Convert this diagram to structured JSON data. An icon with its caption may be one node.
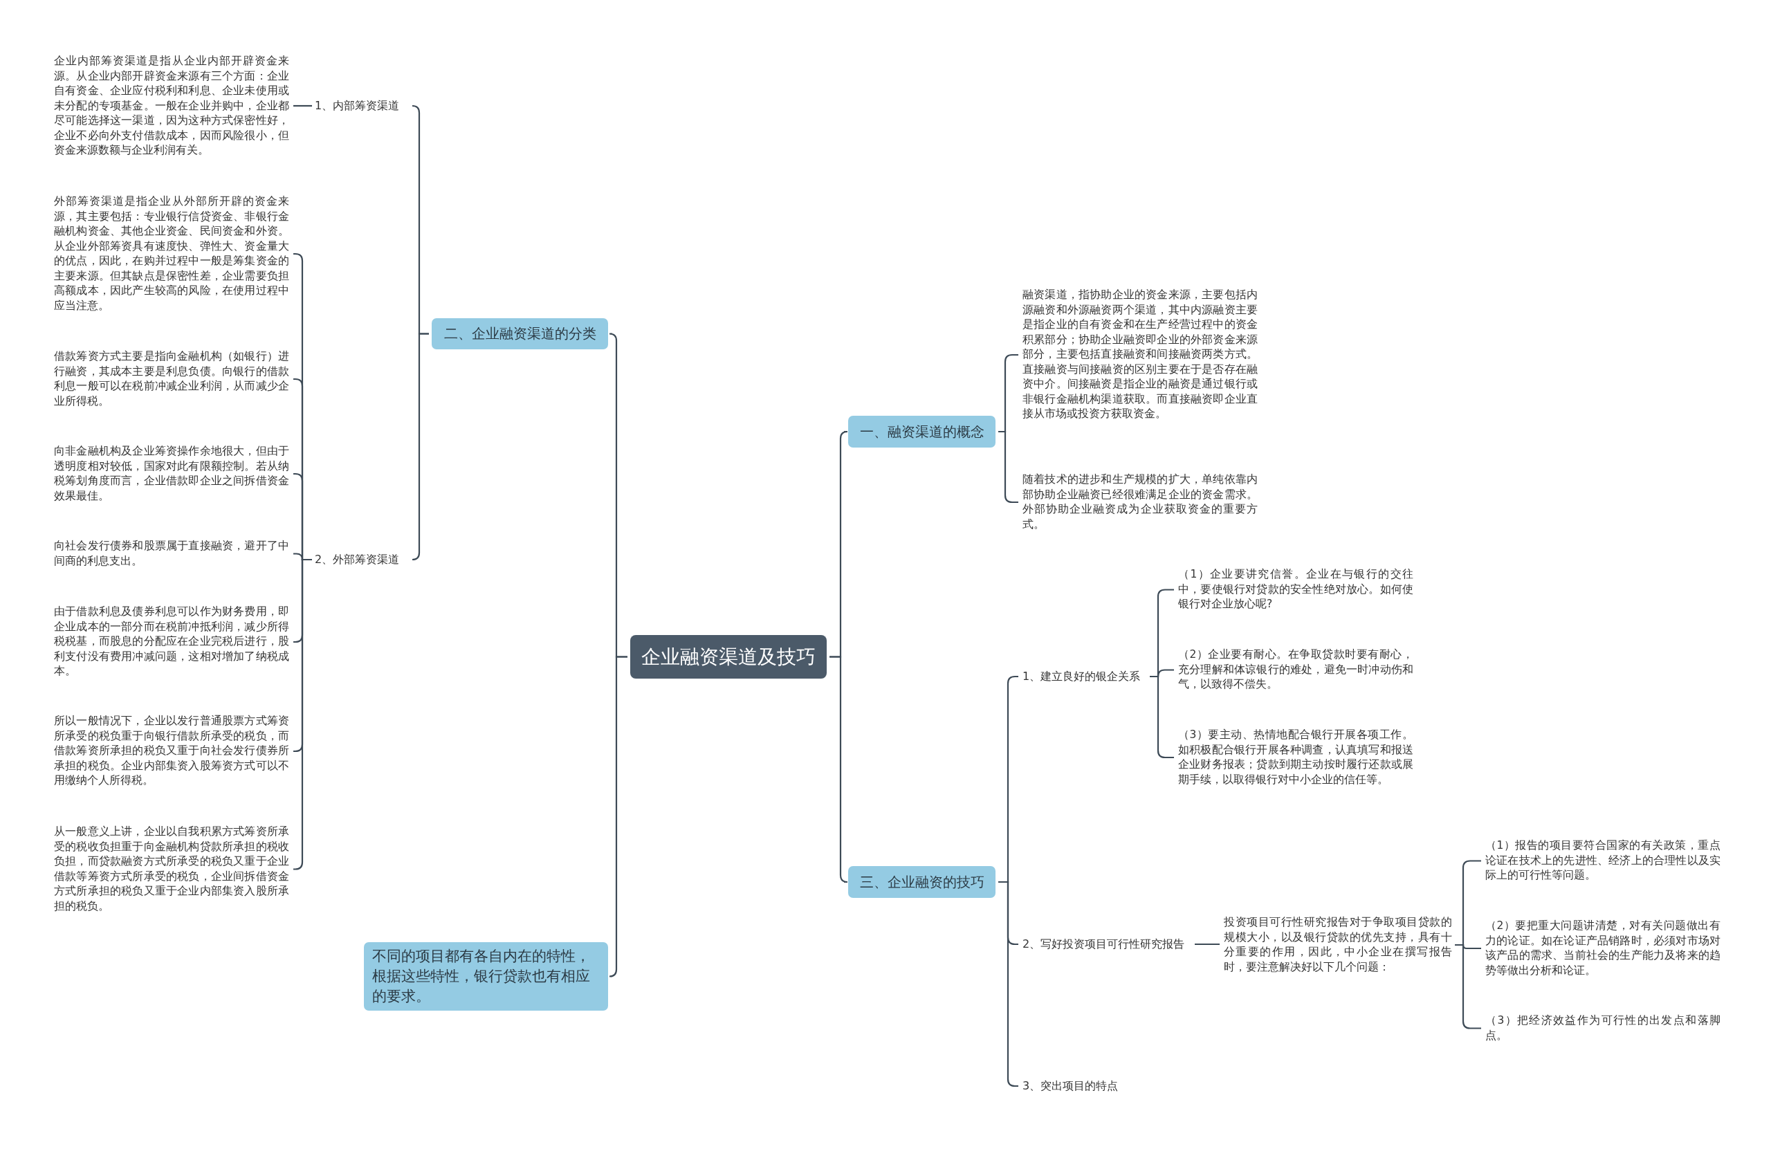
{
  "diagram": {
    "nodes": [
      {
        "text": [
          "企业融资渠道及技巧"
        ]
      },
      {
        "text": [
          "二、企业融资渠道的分类"
        ]
      },
      {
        "text": [
          "1、内部筹资渠道"
        ]
      },
      {
        "text": [
          "企业内部筹资渠道是指从企业内部开辟资金来源。从企业内部开辟资金来源有三个方面：企业自有资金、企业应付税利和利息、企业未使用或未分配的专项基金。一般在企业并购中，企业都尽可能选择这一渠道，因为这种方式保密性好，企业不必向外支付借款成本，因而风险很小，但资金来源数额与企业利润有关。"
        ]
      },
      {
        "text": [
          "2、外部筹资渠道"
        ]
      },
      {
        "text": [
          "外部筹资渠道是指企业从外部所开辟的资金来源，其主要包括：专业银行信贷资金、非银行金融机构资金、其他企业资金、民间资金和外资。从企业外部筹资具有速度快、弹性大、资金量大的优点，因此，在购并过程中一般是筹集资金的主要来源。但其缺点是保密性差，企业需要负担高额成本，因此产生较高的风险，在使用过程中应当注意。"
        ]
      },
      {
        "text": [
          "借款筹资方式主要是指向金融机构（如银行）进行融资，其成本主要是利息负债。向银行的借款利息一般可以在税前冲减企业利润，从而减少企业所得税。"
        ]
      },
      {
        "text": [
          "向非金融机构及企业筹资操作余地很大，但由于透明度相对较低，国家对此有限额控制。若从纳税筹划角度而言，企业借款即企业之间拆借资金效果最佳。"
        ]
      },
      {
        "text": [
          "向社会发行债券和股票属于直接融资，避开了中间商的利息支出。"
        ]
      },
      {
        "text": [
          "由于借款利息及债券利息可以作为财务费用，即企业成本的一部分而在税前冲抵利润，减少所得税税基，而股息的分配应在企业完税后进行，股利支付没有费用冲减问题，这相对增加了纳税成本。"
        ]
      },
      {
        "text": [
          "所以一般情况下，企业以发行普通股票方式筹资所承受的税负重于向银行借款所承受的税负，而借款筹资所承担的税负又重于向社会发行债券所承担的税负。企业内部集资入股筹资方式可以不用缴纳个人所得税。"
        ]
      },
      {
        "text": [
          "从一般意义上讲，企业以自我积累方式筹资所承受的税收负担重于向金融机构贷款所承担的税收负担，而贷款融资方式所承受的税负又重于企业借款等筹资方式所承受的税负，企业间拆借资金方式所承担的税负又重于企业内部集资入股所承担的税负。"
        ]
      },
      {
        "text": [
          "不同的项目都有各自内在的特性，根据这些特性，银行贷款也有相应的要求。"
        ]
      },
      {
        "text": [
          "一、融资渠道的概念"
        ]
      },
      {
        "text": [
          "融资渠道，指协助企业的资金来源，主要包括内源融资和外源融资两个渠道，其中内源融资主要是指企业的自有资金和在生产经营过程中的资金积累部分；协助企业融资即企业的外部资金来源部分，主要包括直接融资和间接融资两类方式。直接融资与间接融资的区别主要在于是否存在融资中介。间接融资是指企业的融资是通过银行或非银行金融机构渠道获取。而直接融资即企业直接从市场或投资方获取资金。"
        ]
      },
      {
        "text": [
          "随着技术的进步和生产规模的扩大，单纯依靠内部协助企业融资已经很难满足企业的资金需求。外部协助企业融资成为企业获取资金的重要方式。"
        ]
      },
      {
        "text": [
          "三、企业融资的技巧"
        ]
      },
      {
        "text": [
          "1、建立良好的银企关系"
        ]
      },
      {
        "text": [
          "（1）企业要讲究信誉。企业在与银行的交往中，要使银行对贷款的安全性绝对放心。如何使银行对企业放心呢?"
        ]
      },
      {
        "text": [
          "（2）企业要有耐心。在争取贷款时要有耐心，充分理解和体谅银行的难处，避免一时冲动伤和气，以致得不偿失。"
        ]
      },
      {
        "text": [
          "（3）要主动、热情地配合银行开展各项工作。如积极配合银行开展各种调查，认真填写和报送企业财务报表；贷款到期主动按时履行还款或展期手续，以取得银行对中小企业的信任等。"
        ]
      },
      {
        "text": [
          "2、写好投资项目可行性研究报告"
        ]
      },
      {
        "text": [
          "投资项目可行性研究报告对于争取项目贷款的规模大小，以及银行贷款的优先支持，具有十分重要的作用，因此，中小企业在撰写报告时，要注意解决好以下几个问题："
        ]
      },
      {
        "text": [
          "（1）报告的项目要符合国家的有关政策，重点论证在技术上的先进性、经济上的合理性以及实际上的可行性等问题。"
        ]
      },
      {
        "text": [
          "（2）要把重大问题讲清楚，对有关问题做出有力的论证。如在论证产品销路时，必须对市场对该产品的需求、当前社会的生产能力及将来的趋势等做出分析和论证。"
        ]
      },
      {
        "text": [
          "（3）把经济效益作为可行性的出发点和落脚点。"
        ]
      },
      {
        "text": [
          "3、突出项目的特点"
        ]
      }
    ],
    "edges": [
      {
        "from": 0,
        "to": 1,
        "arrow": "none"
      },
      {
        "from": 1,
        "to": 2,
        "arrow": "none"
      },
      {
        "from": 2,
        "to": 3,
        "arrow": "none"
      },
      {
        "from": 1,
        "to": 4,
        "arrow": "none"
      },
      {
        "from": 4,
        "to": 5,
        "arrow": "none"
      },
      {
        "from": 4,
        "to": 6,
        "arrow": "none"
      },
      {
        "from": 4,
        "to": 7,
        "arrow": "none"
      },
      {
        "from": 4,
        "to": 8,
        "arrow": "none"
      },
      {
        "from": 4,
        "to": 9,
        "arrow": "none"
      },
      {
        "from": 4,
        "to": 10,
        "arrow": "none"
      },
      {
        "from": 4,
        "to": 11,
        "arrow": "none"
      },
      {
        "from": 0,
        "to": 12,
        "arrow": "none"
      },
      {
        "from": 0,
        "to": 13,
        "arrow": "none"
      },
      {
        "from": 13,
        "to": 14,
        "arrow": "none"
      },
      {
        "from": 13,
        "to": 15,
        "arrow": "none"
      },
      {
        "from": 0,
        "to": 16,
        "arrow": "none"
      },
      {
        "from": 16,
        "to": 17,
        "arrow": "none"
      },
      {
        "from": 17,
        "to": 18,
        "arrow": "none"
      },
      {
        "from": 17,
        "to": 19,
        "arrow": "none"
      },
      {
        "from": 17,
        "to": 20,
        "arrow": "none"
      },
      {
        "from": 16,
        "to": 21,
        "arrow": "none"
      },
      {
        "from": 21,
        "to": 22,
        "arrow": "none"
      },
      {
        "from": 22,
        "to": 23,
        "arrow": "none"
      },
      {
        "from": 22,
        "to": 24,
        "arrow": "none"
      },
      {
        "from": 22,
        "to": 25,
        "arrow": "none"
      },
      {
        "from": 16,
        "to": 26,
        "arrow": "none"
      }
    ]
  }
}
